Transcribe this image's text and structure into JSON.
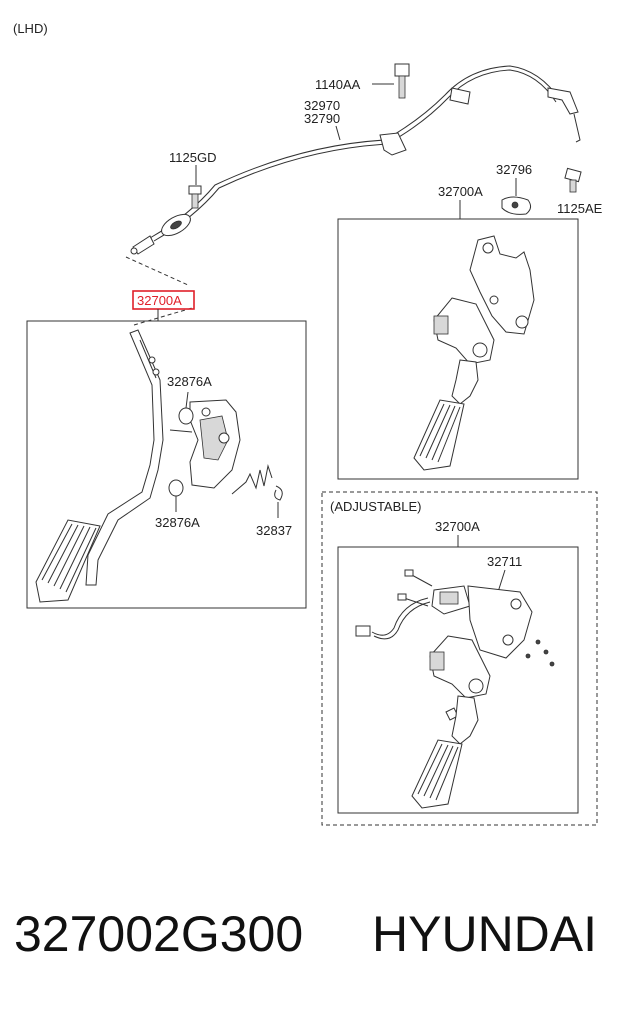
{
  "diagram": {
    "variant_label": "(LHD)",
    "callouts": {
      "bolt_top": "1140AA",
      "cable_a": "32970",
      "cable_b": "32790",
      "bolt_left": "1125GD",
      "gasket": "32796",
      "bolt_right": "1125AE",
      "pedal_assy_right": "32700A",
      "pedal_assy_left_highlight": "32700A",
      "bracket_top": "32876A",
      "bracket_bottom": "32876A",
      "spring": "32837",
      "adjustable_label": "(ADJUSTABLE)",
      "pedal_assy_adjustable": "32700A",
      "actuator": "32711"
    },
    "colors": {
      "highlight": "#e0202a",
      "line": "#333333"
    }
  },
  "caption": {
    "part_number": "327002G300",
    "brand": "HYUNDAI"
  }
}
